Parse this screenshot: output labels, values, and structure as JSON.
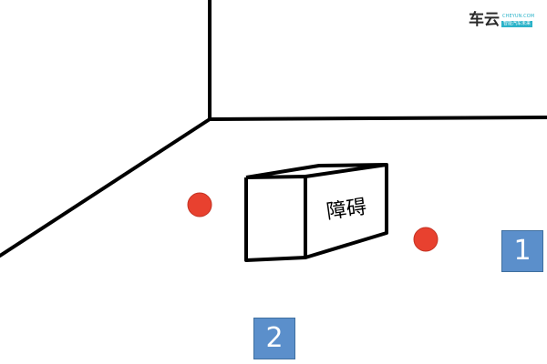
{
  "obstacle": {
    "label": "障碍"
  },
  "markers": [
    {
      "number": "1"
    },
    {
      "number": "2"
    }
  ],
  "watermark": {
    "brand": "车云",
    "site": "CHEYUN.COM",
    "tagline": "智能汽车未来"
  },
  "colors": {
    "line": "#000000",
    "red_dot": "#e8412f",
    "marker_fill": "#5b8fcb",
    "logo_accent": "#2bb3c9"
  }
}
